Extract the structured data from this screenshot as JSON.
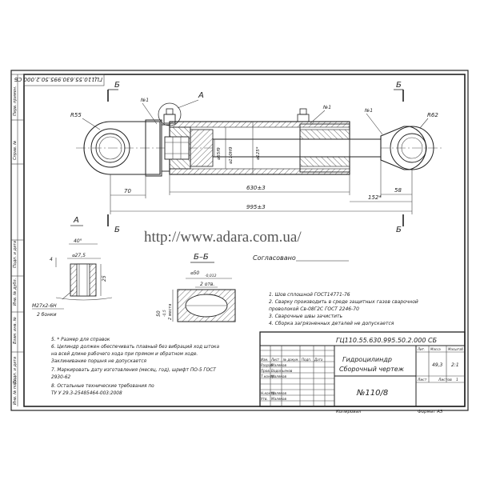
{
  "watermark": "http://www.adara.com.ua/",
  "stamp_top": "ГЦ110.55.630.995.50.2.000 СБ",
  "left_strip": {
    "perv_primen": "Перв. примен.",
    "sprav_no": "Справ. №",
    "podp_data_1": "Подп. и дата",
    "inv_dubl": "Инв. № дубл.",
    "vzam_inv": "Взам. инв. №",
    "podp_data_2": "Подп. и дата",
    "inv_podl": "Инв. № подл."
  },
  "main_view": {
    "section_letter_b": "Б",
    "detail_letter_a": "А",
    "radius_left": "R55",
    "radius_right": "R62",
    "pos_1a": "№1",
    "pos_1b": "№1",
    "pos_1c": "№1",
    "dim_70": "70",
    "dim_630": "630±3",
    "dim_995": "995±3",
    "dim_152": "152*",
    "dim_58": "58",
    "dia_55": "⌀55f9",
    "dia_110": "⌀110H9",
    "dia_125": "⌀125*"
  },
  "detail_a": {
    "title": "А",
    "angle": "40°",
    "dia": "⌀27,5",
    "dim_4": "4",
    "dim_25": "25",
    "thread": "М27х2-6Н",
    "qty": "2 бонки"
  },
  "section_bb": {
    "title": "Б–Б",
    "dia": "⌀50",
    "tol": "-0,012",
    "holes": "2 отв.",
    "side_dim": "50",
    "side_tol": "-0,5",
    "side_note": "2 места"
  },
  "agreed": "Согласовано",
  "weld_notes": [
    "1. Шов сплошной ГОСТ14771-76",
    "2. Сварку производить в среде защитных газов сварочной",
    "проволокой Св-08Г2С ГОСТ 2246-70",
    "3. Сварочные швы зачистить",
    "4. Сборка загрязненных деталей не допускается"
  ],
  "general_notes": [
    "5. * Размер для справок",
    "6. Цилиндр должен обеспечивать плавный без вибраций ход штока",
    "на всей длине рабочего хода при прямом и обратном ходе.",
    "Заклинивание поршня не допускается",
    "7. Маркировать дату изготовления (месяц, год), шрифт ПО-5 ГОСТ",
    "2930-62",
    "8. Остальные технические требования по",
    "ТУ У 29.3-25485464-003:2008"
  ],
  "title_block": {
    "designation": "ГЦ110.55.630.995.50.2.000 СБ",
    "name_1": "Гидроцилиндр",
    "name_2": "Сборочный чертеж",
    "number": "№110/8",
    "mass": "49,3",
    "scale": "2:1",
    "col_lit": "Лит.",
    "col_mass": "Масса",
    "col_scale": "Масштаб",
    "sheet": "Лист",
    "sheets": "Листов",
    "sheets_val": "1",
    "row_izm": "Изм.",
    "row_list": "Лист",
    "row_doc": "№ докум.",
    "row_podp": "Подп.",
    "row_data": "Дата",
    "role_razrab": "Разраб.",
    "role_prov": "Пров.",
    "role_tkontr": "Т.контр.",
    "role_nkontr": "Н.контр.",
    "role_utv": "Утв.",
    "p1": "Маляков",
    "p2": "Водопьянов",
    "p3": "Маляков",
    "p4": "Маляков",
    "p5": "Маляков"
  },
  "bottom": {
    "copied": "Копировал",
    "format": "Формат А3"
  }
}
